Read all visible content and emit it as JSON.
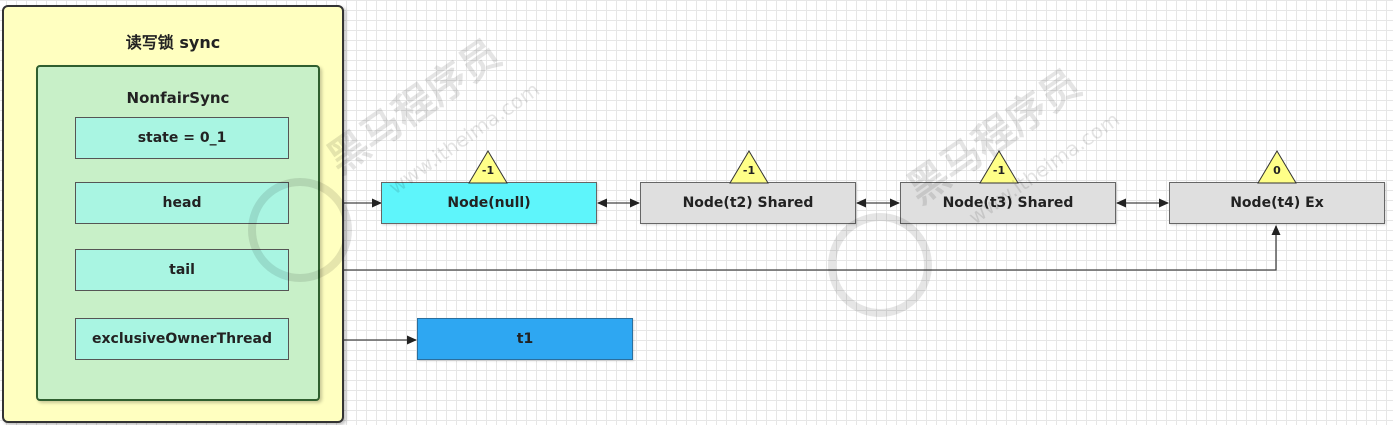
{
  "sync_container": {
    "title": "读写锁 sync"
  },
  "nonfair_sync": {
    "title": "NonfairSync",
    "fields": {
      "state": "state = 0_1",
      "head": "head",
      "tail": "tail",
      "exclusive_owner_thread": "exclusiveOwnerThread"
    }
  },
  "queue": {
    "nodes": [
      {
        "label": "Node(null)",
        "wait_status": "-1"
      },
      {
        "label": "Node(t2) Shared",
        "wait_status": "-1"
      },
      {
        "label": "Node(t3) Shared",
        "wait_status": "-1"
      },
      {
        "label": "Node(t4) Ex",
        "wait_status": "0"
      }
    ]
  },
  "owner_thread": {
    "label": "t1"
  },
  "watermark": {
    "brand": "黑马程序员",
    "site": "www.itheima.com"
  },
  "colors": {
    "outer_fill": "#ffffc0",
    "inner_fill": "#c8f0c8",
    "field_fill": "#a9f5e2",
    "head_node_fill": "#5ef5fb",
    "queue_node_fill": "#dfdfdf",
    "thread_fill": "#2ea7f2",
    "badge_fill": "#ffff88"
  }
}
